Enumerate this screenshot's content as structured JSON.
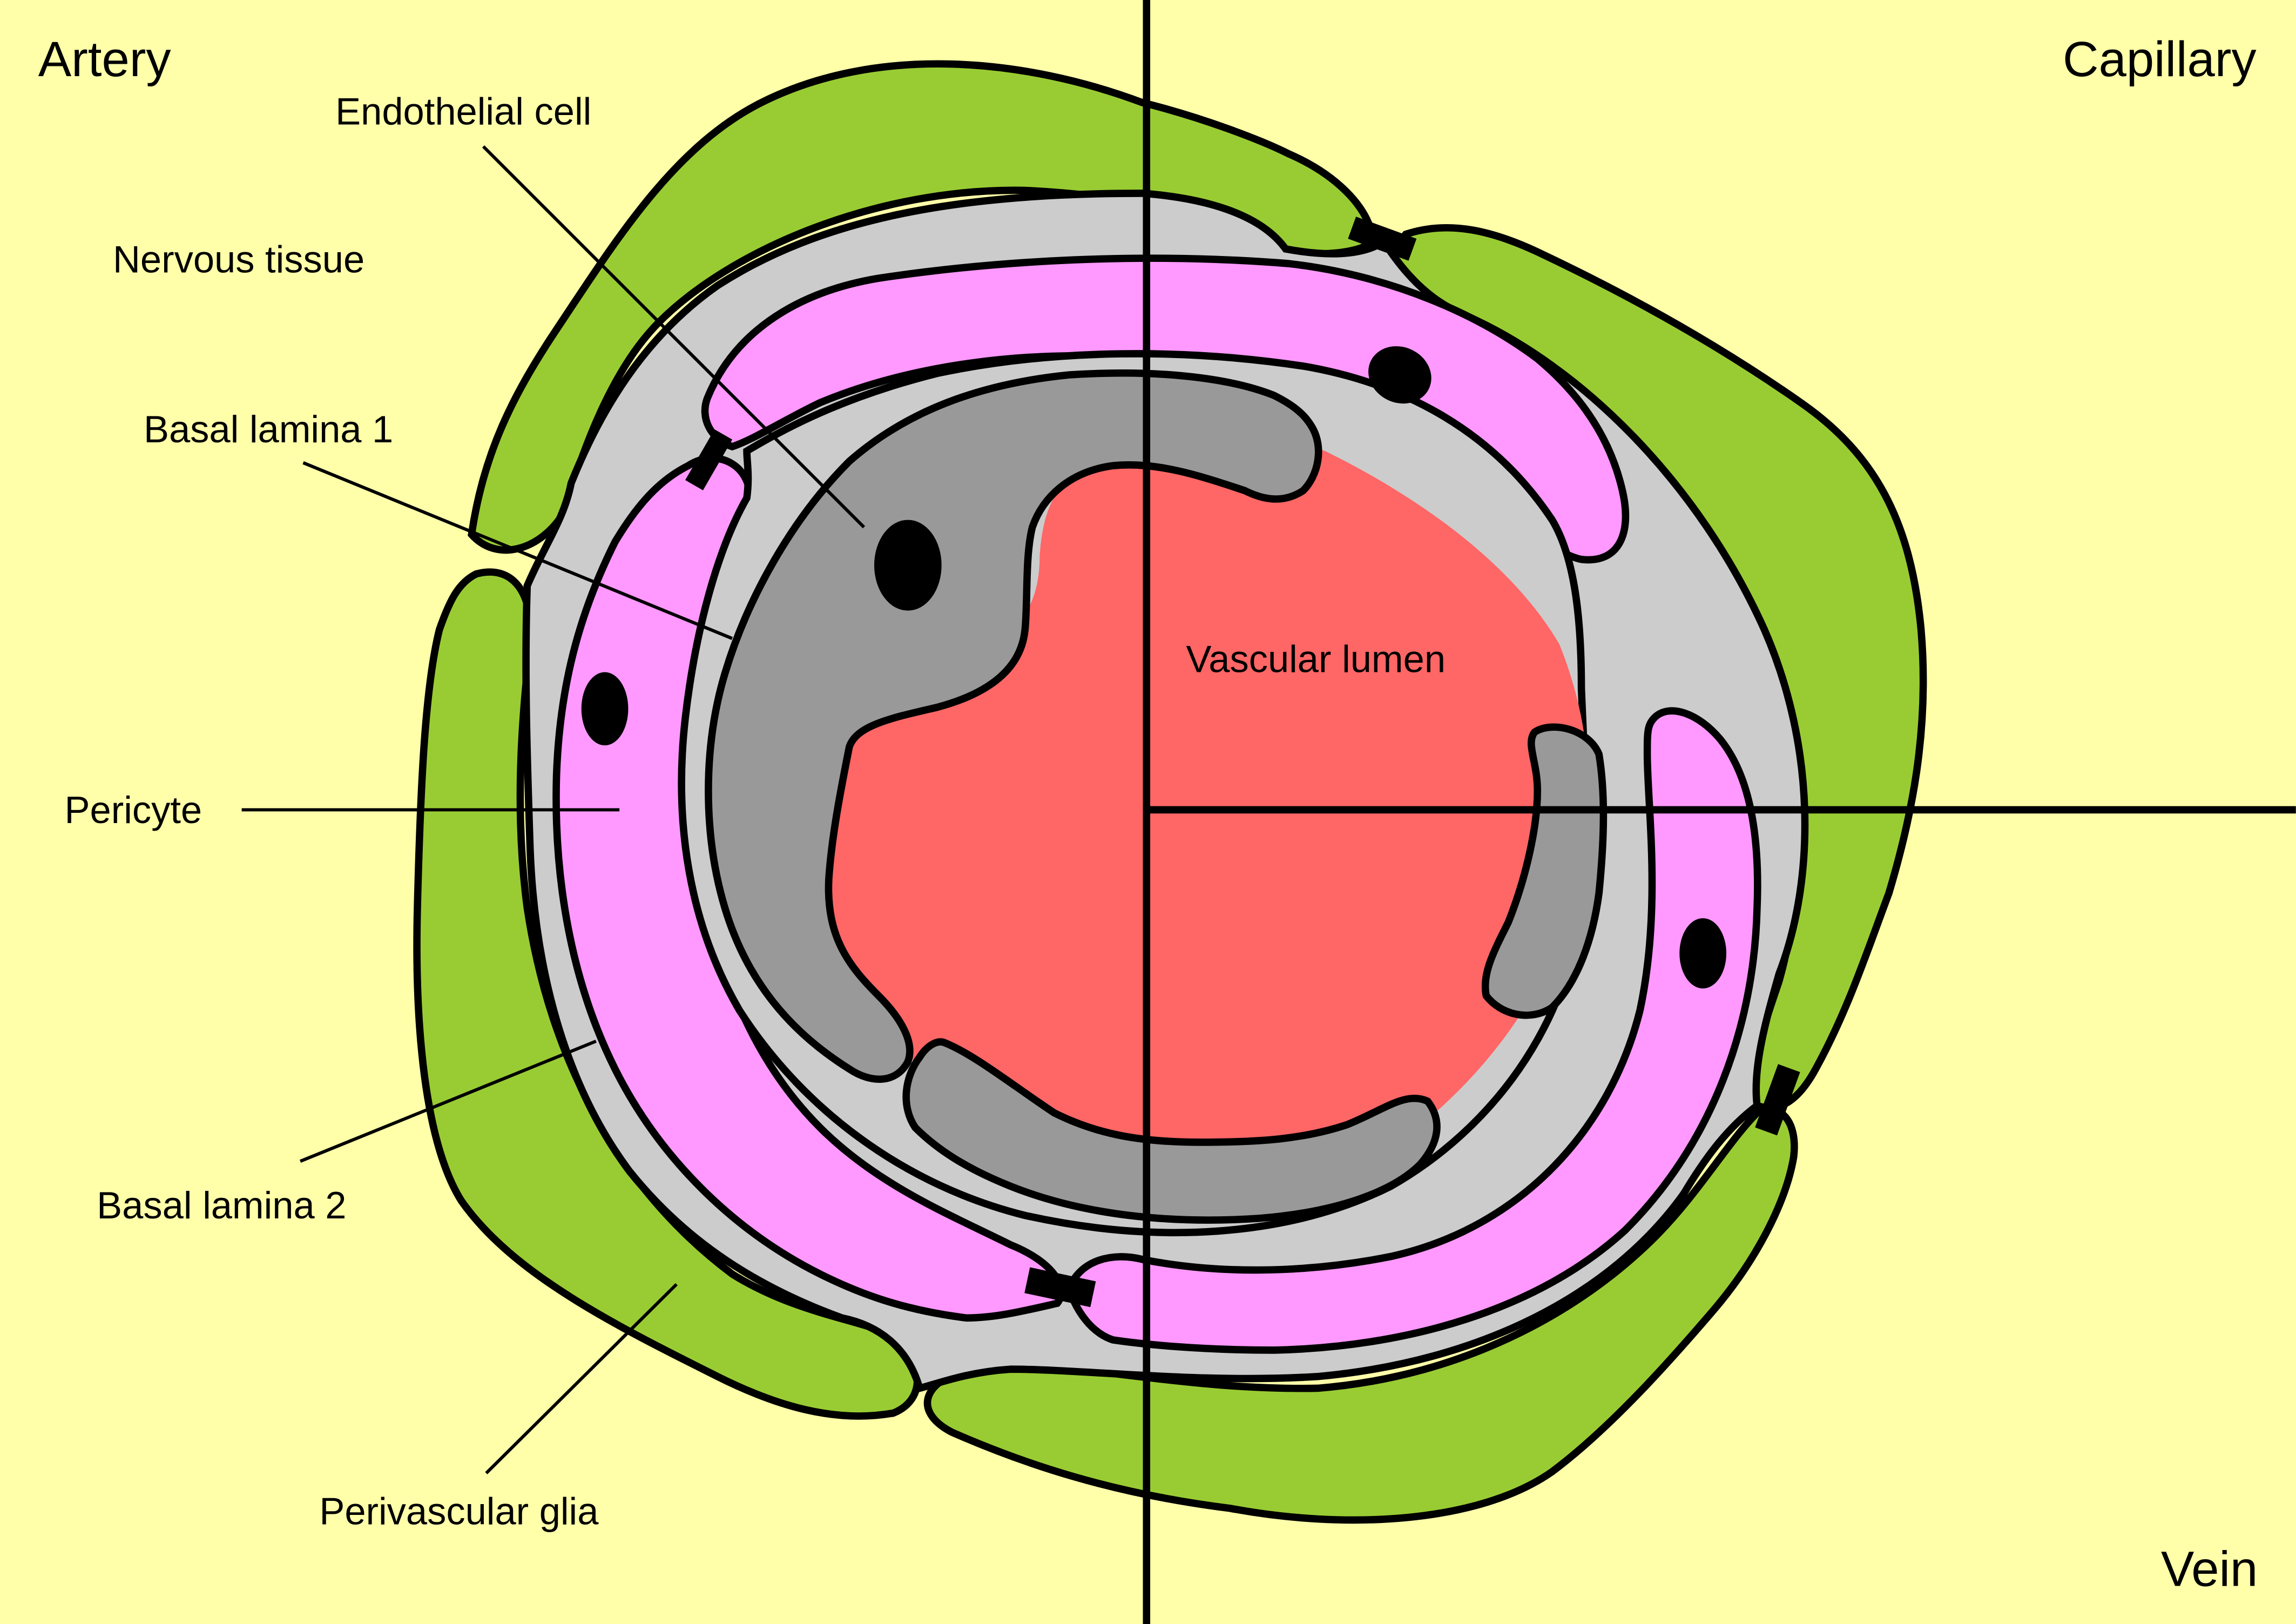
{
  "quadrants": {
    "top_left": "Artery",
    "top_right": "Capillary",
    "bottom_right": "Vein"
  },
  "labels": {
    "endothelial_cell": "Endothelial cell",
    "nervous_tissue": "Nervous tissue",
    "basal_lamina_1": "Basal lamina 1",
    "pericyte": "Pericyte",
    "basal_lamina_2": "Basal lamina 2",
    "perivascular_glia": "Perivascular glia",
    "vascular_lumen": "Vascular lumen"
  },
  "colors": {
    "background": "#ffffaa",
    "perivascular_glia": "#99cc33",
    "basal_lamina": "#cccccc",
    "pericyte": "#ff99ff",
    "endothelial_cell": "#999999",
    "vascular_lumen": "#ff6666",
    "nucleus": "#000000"
  }
}
